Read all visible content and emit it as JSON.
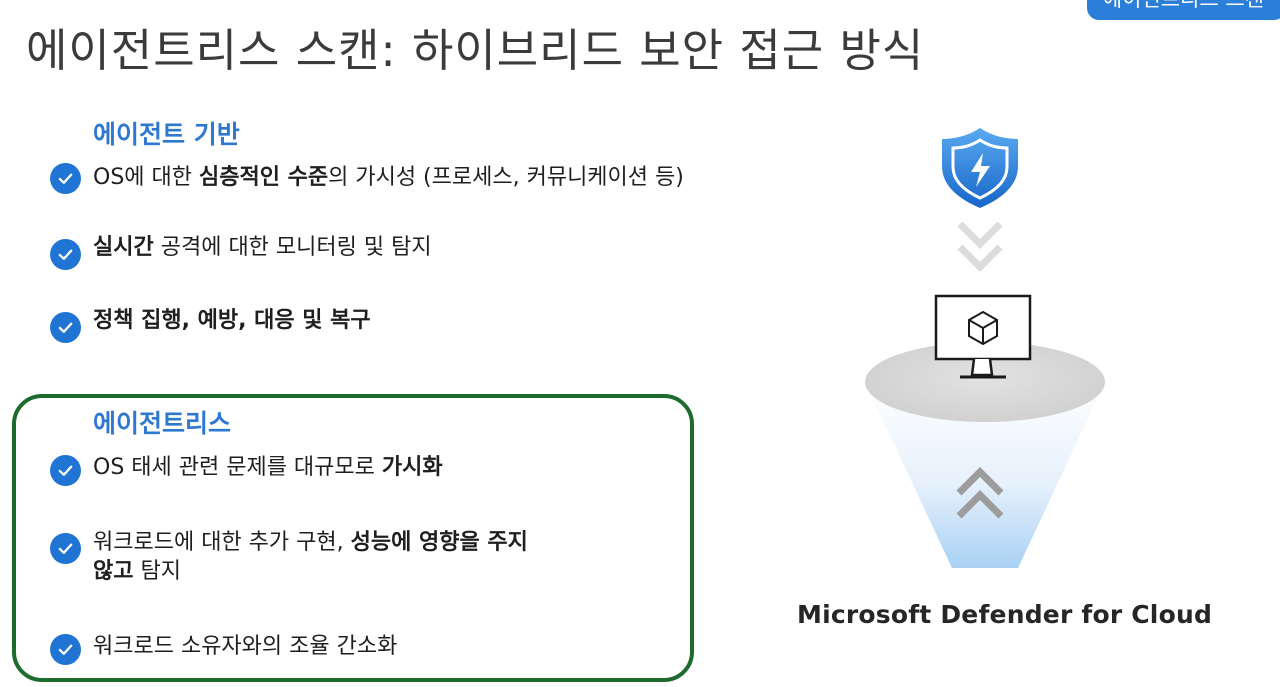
{
  "badge": {
    "label": "에이전트리스 스캔"
  },
  "title": "에이전트리스 스캔: 하이브리드 보안 접근 방식",
  "agent_section": {
    "heading": "에이전트 기반",
    "items": [
      {
        "parts": [
          "OS에 대한 ",
          "심층적인 수준",
          "의 가시성 (프로세스, 커뮤니케이션 등)"
        ]
      },
      {
        "parts": [
          "",
          "실시간",
          " 공격에 대한 모니터링 및 탐지"
        ]
      },
      {
        "parts": [
          "",
          "정책 집행, 예방, 대응 및 복구",
          ""
        ]
      }
    ]
  },
  "agentless_section": {
    "heading": "에이전트리스",
    "items": [
      {
        "parts": [
          "OS 태세 관련 문제를 대규모로 ",
          "가시화",
          ""
        ]
      },
      {
        "parts": [
          "워크로드에 대한 추가 구현, ",
          "성능에 영향을 주지",
          ""
        ],
        "line2": [
          "않고",
          " 탐지"
        ]
      },
      {
        "parts": [
          "워크로드 소유자와의 조율 간소화",
          "",
          ""
        ]
      }
    ]
  },
  "diagram": {
    "top_icon": "shield-lightning-icon",
    "down_arrows": "double-chevron-down-icon",
    "monitor_icon": "monitor-cube-icon",
    "up_arrows": "double-chevron-up-icon",
    "caption": "Microsoft Defender for Cloud"
  },
  "colors": {
    "accent_blue": "#2f78cf",
    "check_blue": "#1f74d4",
    "box_green": "#1d6b2d"
  }
}
